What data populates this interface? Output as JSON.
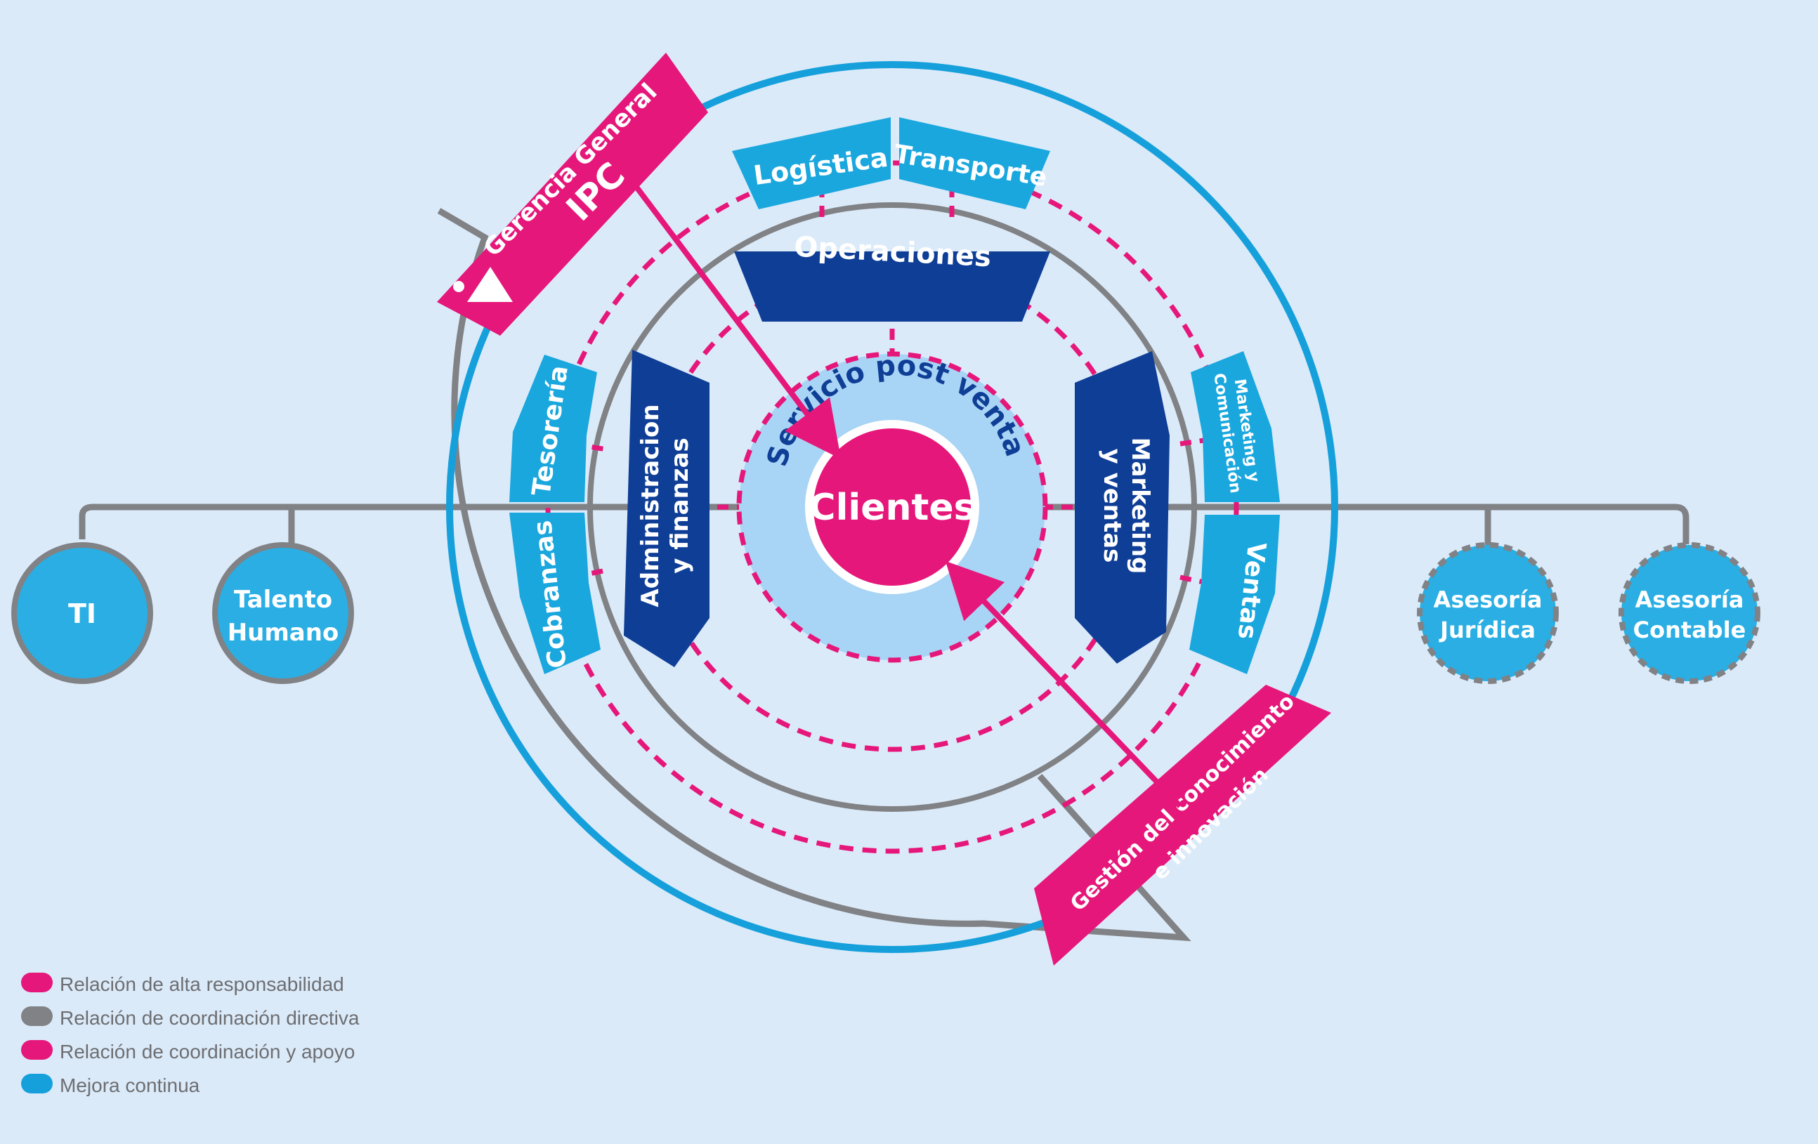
{
  "center": {
    "label": "Clientes"
  },
  "inner_ring": {
    "label": "Servicio post venta"
  },
  "blocks": {
    "operaciones": "Operaciones",
    "admin": [
      "Administracion",
      "y finanzas"
    ],
    "marketing": [
      "Marketing",
      "y ventas"
    ]
  },
  "tabs": {
    "logistica": "Logística",
    "transporte": "Transporte",
    "tesoreria": "Tesorería",
    "cobranzas": "Cobranzas",
    "mkt_com": [
      "Marketing y",
      "Comunicación"
    ],
    "ventas": "Ventas"
  },
  "gerencia": {
    "line1": "Gerencia General",
    "line2": "IPC"
  },
  "gestion": {
    "line1": "Gestión del conocimiento",
    "line2": "e innovación"
  },
  "side_nodes": {
    "ti": [
      "TI"
    ],
    "talento": [
      "Talento",
      "Humano"
    ],
    "juridica": [
      "Asesoría",
      "Jurídica"
    ],
    "contable": [
      "Asesoría",
      "Contable"
    ]
  },
  "legend": [
    {
      "label": "Relación de alta responsabilidad",
      "color": "#e6177a"
    },
    {
      "label": "Relación de coordinación directiva",
      "color": "#808285"
    },
    {
      "label": "Relación de coordinación y apoyo",
      "color": "#e6177a"
    },
    {
      "label": "Mejora continua",
      "color": "#16a0db"
    }
  ],
  "colors": {
    "magenta": "#e6177a",
    "gray": "#808285",
    "cyan": "#16a0db",
    "dark_blue": "#0f3e96",
    "tab_blue": "#1aa7de",
    "light_blue_fill": "#a8d4f5",
    "node_blue": "#2aaee3"
  }
}
